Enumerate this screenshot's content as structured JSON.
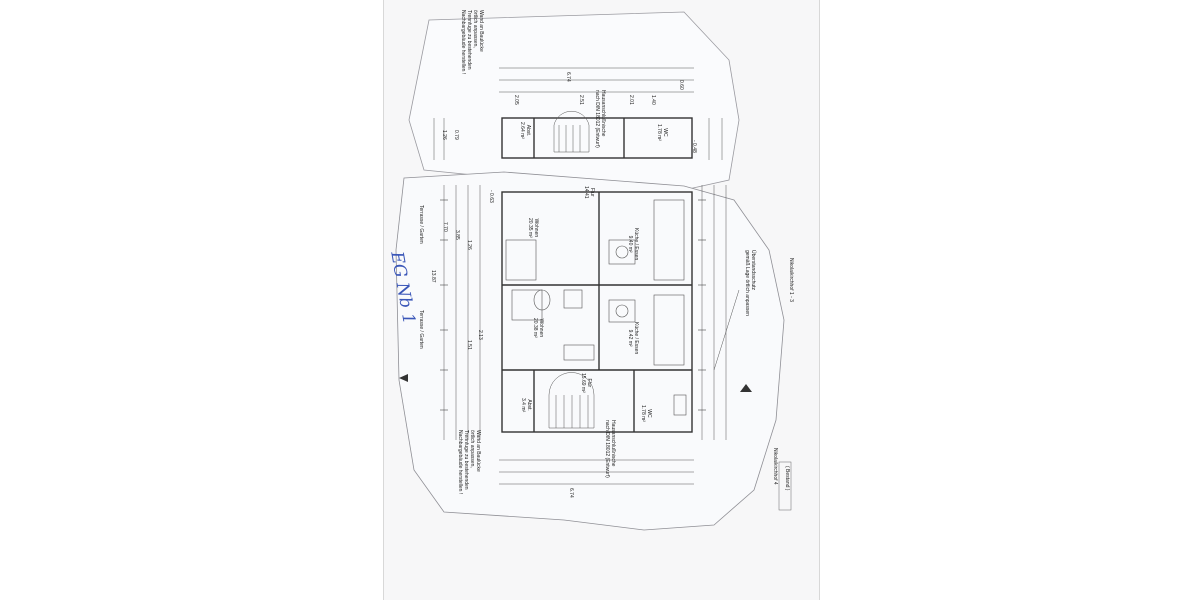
{
  "document": {
    "handwritten_label": "EG Nb 1",
    "upper_unit": {
      "note": "Wand an Baulücke\nörtlich anpassen,\nTrennfuge zu bestehenden\nNachbargebäude herstellen !",
      "rooms": [
        {
          "name": "Abst.\n2.64 m²"
        },
        {
          "name": "WC\n1.78 m²"
        },
        {
          "name": "Flur\n14.41"
        }
      ],
      "stair_note": "Hausanschlußnische\nnach DIN 18012 (Entwurf)",
      "dimensions": [
        "6.74",
        "2.51",
        "2.05",
        "2.01",
        "1.40",
        "1.26",
        "0.79",
        "0.60",
        "- 0.48"
      ]
    },
    "lower_unit": {
      "note": "Wand an Baulücke\nörtlich anpassen,\nTrennfuge zu bestehenden\nNachbargebäude herstellen !",
      "rooms": [
        {
          "name": "Wohnen\n20.35 m²"
        },
        {
          "name": "Küche / Essen\n9.40 m²"
        },
        {
          "name": "Wohnen\n20.38 m²"
        },
        {
          "name": "Küche / Essen\n9.42 m²"
        },
        {
          "name": "Flur\n15.69 m²"
        },
        {
          "name": "Abst.\n3.4 m²"
        },
        {
          "name": "WC\n1.78 m²"
        }
      ],
      "stair_note": "Hausanschlußnische\nnach DIN 18012 (Entwurf)",
      "dimensions": [
        "13.87",
        "7.70",
        "6.74",
        "3.85",
        "1.26",
        "2.13",
        "1.51",
        "- 0.63"
      ]
    },
    "labels": {
      "terrace_top": "Terrasse / Garten",
      "terrace_bottom": "Terrasse / Garten",
      "street_right": "Nikolaikirchhof 1 - 3",
      "street_bottom": "Nikolaikirchhof 4",
      "street_bottom_sub": "( Bestand )",
      "overhang": "Überstandsschutz\ngemäß Lage örtlich anpassen"
    }
  }
}
